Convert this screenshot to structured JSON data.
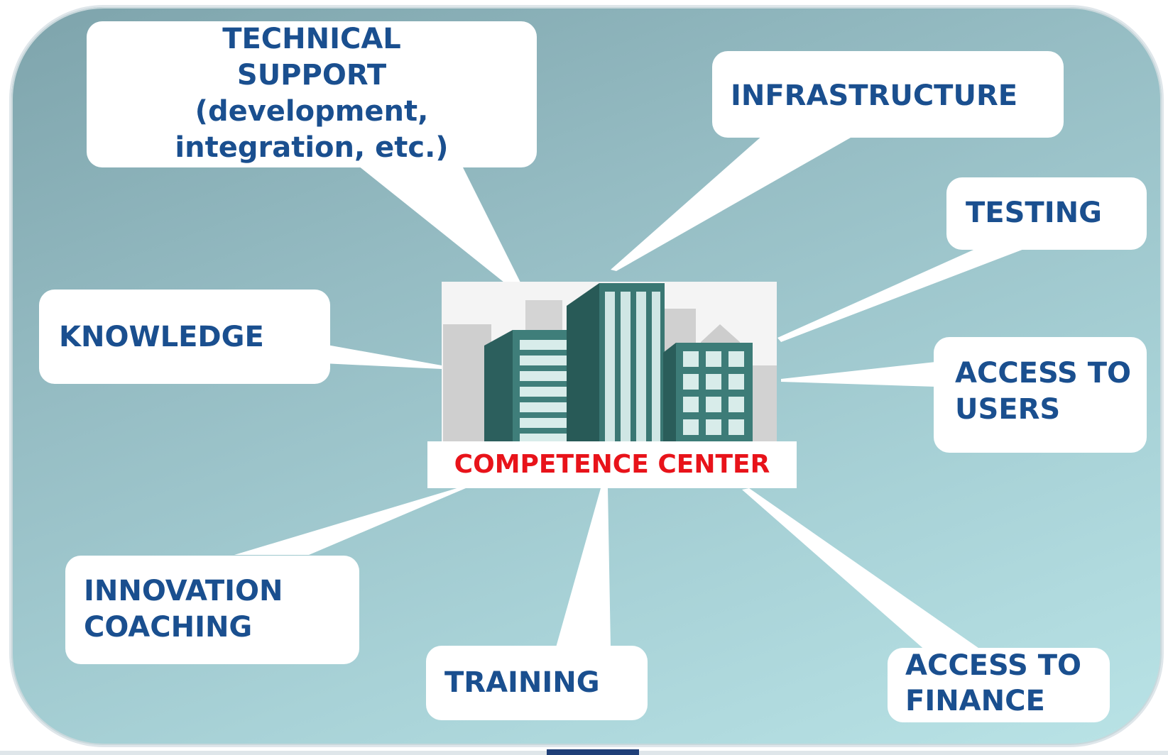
{
  "colors": {
    "bubble_text": "#1a4f8f",
    "center_label": "#e8131a",
    "panel_light": "#b9e3e6",
    "panel_dark": "#7ea4ac",
    "building_dark": "#2e6b68",
    "building_glass": "#cfe6e4"
  },
  "center": {
    "label": "COMPETENCE CENTER",
    "icon": "office-buildings-icon"
  },
  "bubbles": {
    "technical_support": "TECHNICAL\nSUPPORT\n(development,\nintegration, etc.)",
    "infrastructure": "INFRASTRUCTURE",
    "testing": "TESTING",
    "knowledge": "KNOWLEDGE",
    "access_users": "ACCESS TO\nUSERS",
    "innovation_coaching": "INNOVATION\nCOACHING",
    "training": "TRAINING",
    "access_finance": "ACCESS TO\nFINANCE"
  }
}
